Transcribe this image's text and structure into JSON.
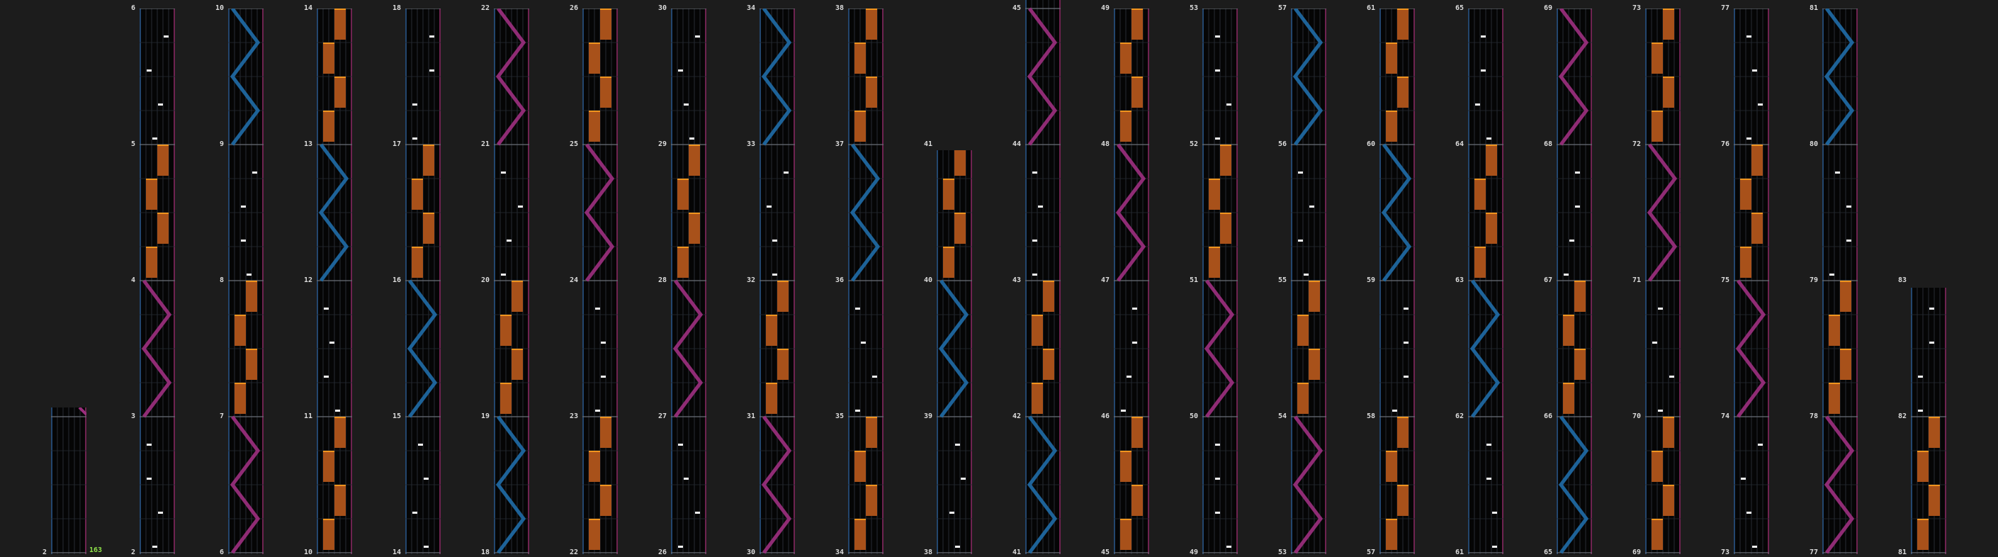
{
  "bpm_label": "163",
  "colors": {
    "background": "#1c1c1c",
    "lane": "#050505",
    "grid": "#262b33",
    "measure_line": "#6a6f78",
    "left_border": "#23466e",
    "right_border": "#6e2350",
    "note": "#f2f2f2",
    "chip": "#9fc4e0",
    "hold": "#a8511a",
    "hold_edge": "#f0941e",
    "laser_left": "#1f6aa5",
    "laser_right": "#9b2f7e"
  },
  "columns": [
    {
      "measures": [
        2
      ]
    },
    {
      "measures": [
        2,
        3,
        4,
        5,
        6
      ]
    },
    {
      "measures": [
        6,
        7,
        8,
        9,
        10
      ]
    },
    {
      "measures": [
        10,
        11,
        12,
        13,
        14
      ]
    },
    {
      "measures": [
        14,
        15,
        16,
        17,
        18
      ]
    },
    {
      "measures": [
        18,
        19,
        20,
        21,
        22
      ]
    },
    {
      "measures": [
        22,
        23,
        24,
        25,
        26
      ]
    },
    {
      "measures": [
        26,
        27,
        28,
        29,
        30
      ]
    },
    {
      "measures": [
        30,
        31,
        32,
        33,
        34
      ]
    },
    {
      "measures": [
        34,
        35,
        36,
        37,
        38
      ]
    },
    {
      "measures": [
        38,
        39,
        40,
        41
      ]
    },
    {
      "measures": [
        41,
        42,
        43,
        44,
        45
      ]
    },
    {
      "measures": [
        45,
        46,
        47,
        48,
        49
      ]
    },
    {
      "measures": [
        49,
        50,
        51,
        52,
        53
      ]
    },
    {
      "measures": [
        53,
        54,
        55,
        56,
        57
      ]
    },
    {
      "measures": [
        57,
        58,
        59,
        60,
        61
      ]
    },
    {
      "measures": [
        61,
        62,
        63,
        64,
        65
      ]
    },
    {
      "measures": [
        65,
        66,
        67,
        68,
        69
      ]
    },
    {
      "measures": [
        69,
        70,
        71,
        72,
        73
      ]
    },
    {
      "measures": [
        73,
        74,
        75,
        76,
        77
      ]
    },
    {
      "measures": [
        77,
        78,
        79,
        80,
        81
      ]
    },
    {
      "measures": [
        81,
        82,
        83
      ]
    }
  ]
}
